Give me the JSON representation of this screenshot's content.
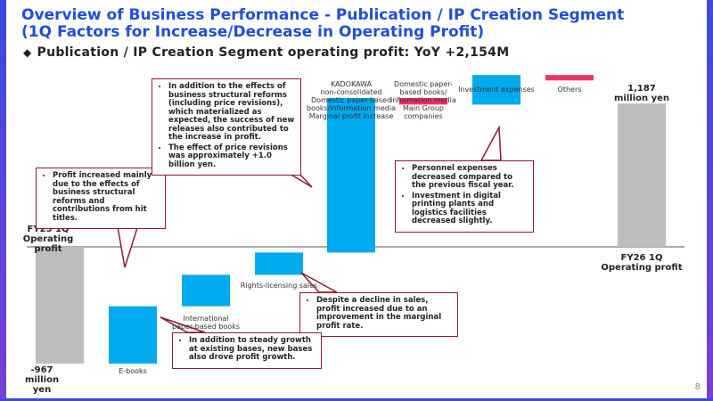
{
  "page": {
    "title_line1": "Overview of Business Performance - Publication / IP Creation Segment",
    "title_line2": "(1Q Factors for Increase/Decrease in Operating Profit)",
    "headline_marker": "◆",
    "headline": "Publication / IP Creation Segment operating profit: YoY +2,154M",
    "page_number": "8"
  },
  "colors": {
    "base_bar": "#bdbdbd",
    "increase_bar": "#00aaee",
    "decrease_bar": "#ee3366",
    "callout_border": "#8c1c2c",
    "title": "#1f4fd6"
  },
  "chart_data": {
    "type": "waterfall",
    "unit": "million yen",
    "steps": [
      {
        "id": "start",
        "kind": "total",
        "value": -967,
        "label_lines": [
          "FY25 1Q",
          "Operating profit"
        ],
        "value_label_lines": [
          "-967",
          "million yen"
        ]
      },
      {
        "id": "ebooks",
        "kind": "increase",
        "value": 475,
        "label_lines": [
          "E-books"
        ]
      },
      {
        "id": "intl",
        "kind": "increase",
        "value": 260,
        "label_lines": [
          "International",
          "paper-based books"
        ]
      },
      {
        "id": "rights",
        "kind": "increase",
        "value": 185,
        "label_lines": [
          "Rights-licensing sales"
        ]
      },
      {
        "id": "kadokawa",
        "kind": "increase",
        "value": 1280,
        "label_lines": [
          "KADOKAWA",
          "non-consolidated",
          "Domestic paper-based",
          "books/information media",
          "Marginal profit increase"
        ]
      },
      {
        "id": "domestic_group",
        "kind": "decrease",
        "value": -55,
        "label_lines": [
          "Domestic paper-",
          "based books/",
          "information media",
          "Main Group",
          "companies"
        ]
      },
      {
        "id": "investment",
        "kind": "increase",
        "value": 245,
        "label_lines": [
          "Investment expenses"
        ]
      },
      {
        "id": "others",
        "kind": "decrease",
        "value": -45,
        "label_lines": [
          "Others"
        ]
      },
      {
        "id": "end",
        "kind": "total",
        "value": 1187,
        "label_lines": [
          "FY26 1Q",
          "Operating profit"
        ],
        "value_label_lines": [
          "1,187",
          "million yen"
        ]
      }
    ],
    "y_range": [
      -1250,
      1400
    ],
    "baseline": 0
  },
  "callouts": {
    "start": [
      "Profit increased mainly due to the effects of business structural reforms and contributions from hit titles."
    ],
    "kadokawa": [
      "In addition to the effects of business structural reforms (including price revisions), which materialized as expected, the success of new releases also contributed to the increase in profit.",
      "The effect of price revisions was approximately +1.0 billion yen."
    ],
    "investment": [
      "Personnel expenses decreased compared to the previous fiscal year.",
      "Investment in digital printing plants and logistics facilities decreased slightly."
    ],
    "rights": [
      "Despite a decline in sales, profit increased due to an improvement in the marginal profit rate."
    ],
    "intl": [
      "In addition to steady growth at existing bases, new bases also drove profit growth."
    ]
  }
}
